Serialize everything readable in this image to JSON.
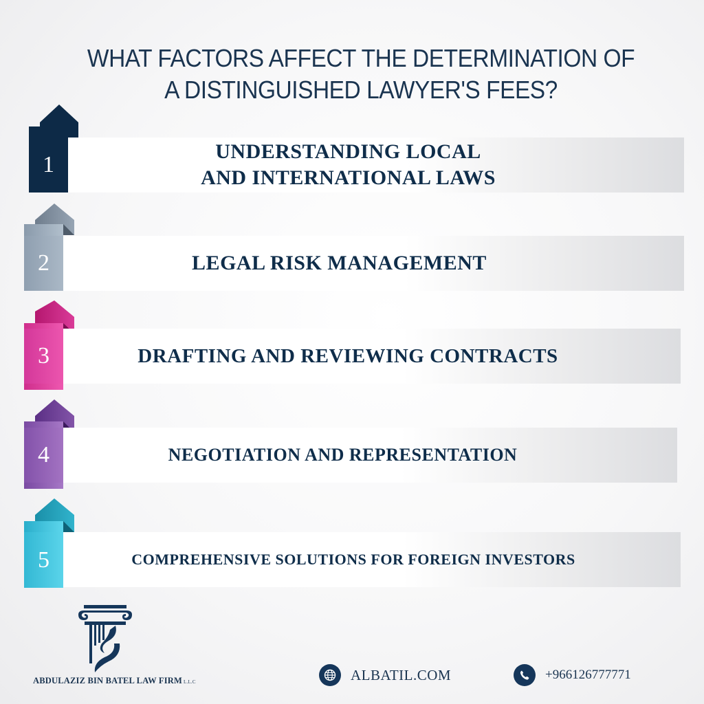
{
  "title": {
    "line1": "WHAT FACTORS AFFECT  THE DETERMINATION OF",
    "line2": "A DISTINGUISHED LAWYER'S FEES?"
  },
  "items": [
    {
      "number": "1",
      "line1": "UNDERSTANDING LOCAL",
      "line2": "AND INTERNATIONAL LAWS",
      "color": "#0d2a47",
      "color_light": "#0d2a47",
      "color_dark": "#0a223b"
    },
    {
      "number": "2",
      "line1": "LEGAL RISK MANAGEMENT",
      "line2": "",
      "color": "#8f9fb0",
      "color_light": "#aab8c6",
      "color_dark": "#5d6b7a"
    },
    {
      "number": "3",
      "line1": "DRAFTING AND REVIEWING CONTRACTS",
      "line2": "",
      "color": "#d4389a",
      "color_light": "#ec55ae",
      "color_dark": "#8e135f"
    },
    {
      "number": "4",
      "line1": "NEGOTIATION AND REPRESENTATION",
      "line2": "",
      "color": "#8352aa",
      "color_light": "#a373c2",
      "color_dark": "#4e2770"
    },
    {
      "number": "5",
      "line1": "COMPREHENSIVE SOLUTIONS FOR FOREIGN INVESTORS",
      "line2": "",
      "color": "#33b8d4",
      "color_light": "#5ad4ea",
      "color_dark": "#137a94"
    }
  ],
  "footer": {
    "firm_name": "ABDULAZIZ BIN BATEL LAW FIRM",
    "firm_suffix": "L.L.C",
    "website": "ALBATIL.COM",
    "website_icon": "globe-icon",
    "phone": "+966126777771",
    "phone_icon": "phone-icon"
  }
}
